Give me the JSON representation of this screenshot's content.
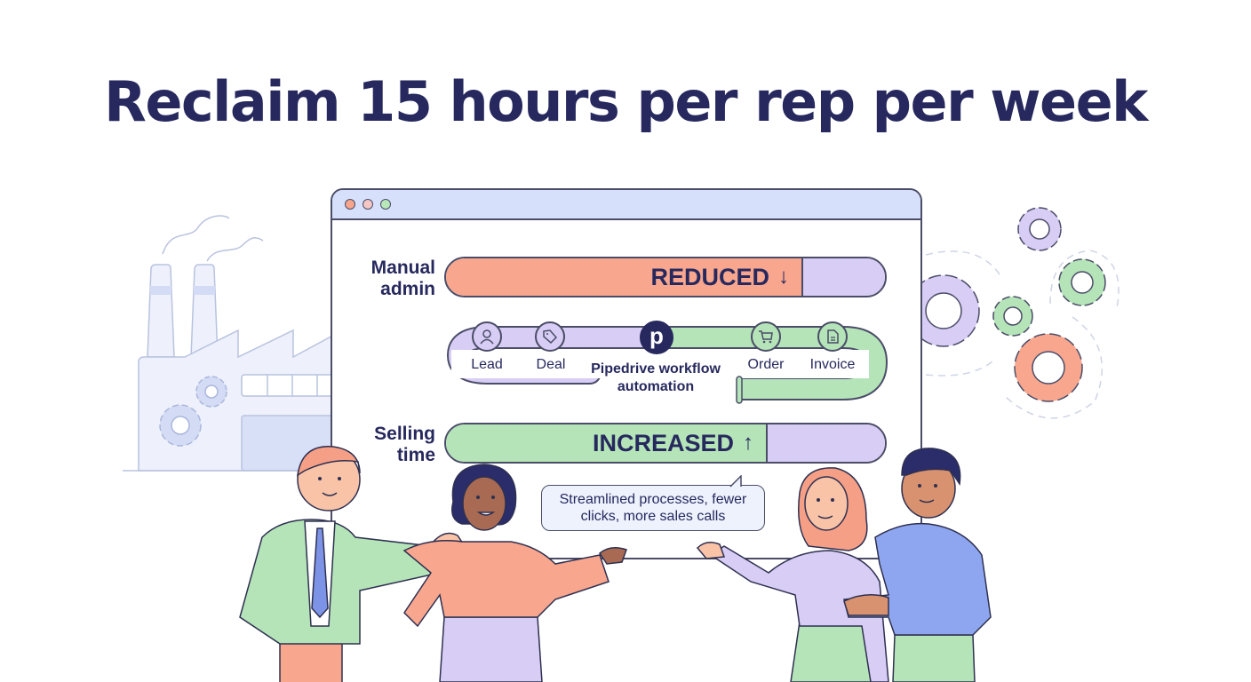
{
  "headline": "Reclaim 15 hours per rep per week",
  "window": {
    "traffic_lights": [
      "#f6a48c",
      "#f4c7c5",
      "#b9e6b9"
    ],
    "titlebar_color": "#d6e0fb"
  },
  "metrics": [
    {
      "label_line1": "Manual",
      "label_line2": "admin",
      "status": "REDUCED",
      "arrow": "↓",
      "fill_color": "#f8a68e",
      "fill_percent": 80
    },
    {
      "label_line1": "Selling",
      "label_line2": "time",
      "status": "INCREASED",
      "arrow": "↑",
      "fill_color": "#b5e4b8",
      "fill_percent": 72
    }
  ],
  "workflow": {
    "center_label_line1": "Pipedrive workflow",
    "center_label_line2": "automation",
    "center_logo": "p",
    "steps": [
      {
        "label": "Lead",
        "icon": "user-icon"
      },
      {
        "label": "Deal",
        "icon": "tag-icon"
      },
      {
        "label": "Order",
        "icon": "cart-icon"
      },
      {
        "label": "Invoice",
        "icon": "document-icon"
      }
    ]
  },
  "speech_bubble": {
    "line1": "Streamlined processes, fewer",
    "line2": "clicks, more sales calls"
  },
  "colors": {
    "navy": "#27295e",
    "coral": "#f8a68e",
    "green": "#b5e4b8",
    "lavender": "#d8cdf5",
    "blue": "#8ea6f0"
  }
}
